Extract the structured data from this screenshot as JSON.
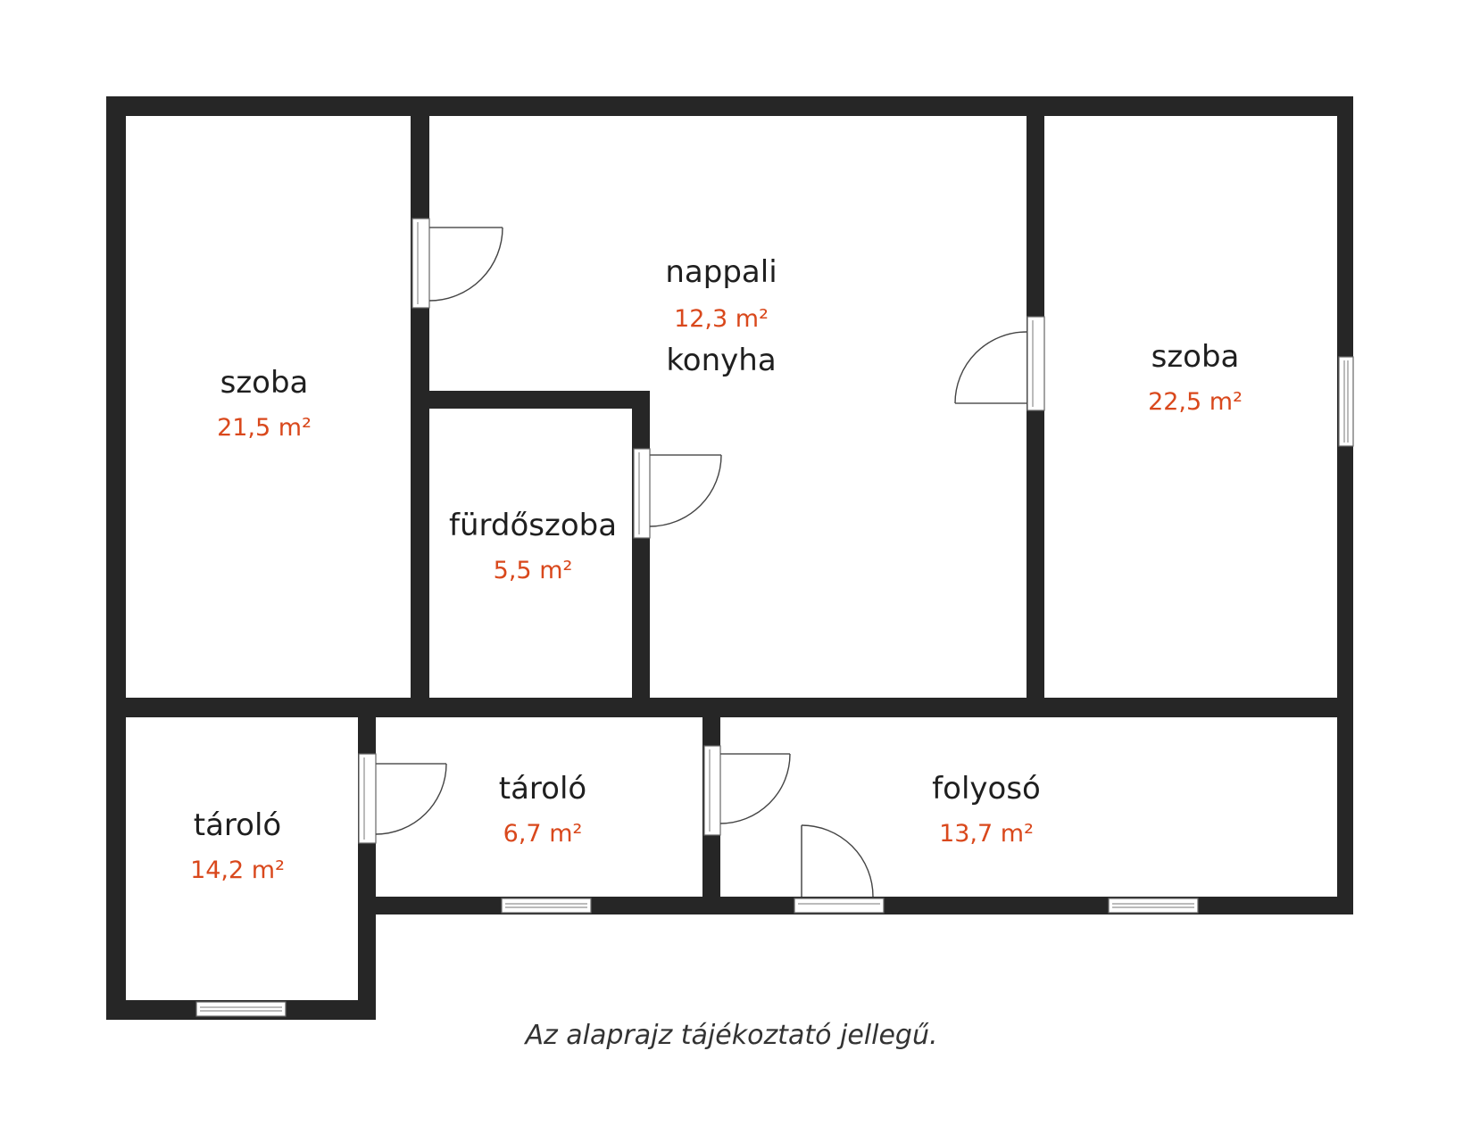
{
  "colors": {
    "wall": "#262626",
    "label": "#1f1f1f",
    "area": "#d9481c",
    "background": "#ffffff"
  },
  "rooms": [
    {
      "id": "bedroom-left",
      "name": "szoba",
      "area": "21,5 m²"
    },
    {
      "id": "living-kitchen",
      "name": "nappali",
      "area": "12,3 m²",
      "name2": "konyha"
    },
    {
      "id": "bedroom-right",
      "name": "szoba",
      "area": "22,5 m²"
    },
    {
      "id": "bathroom",
      "name": "fürdőszoba",
      "area": "5,5 m²"
    },
    {
      "id": "storage-left",
      "name": "tároló",
      "area": "14,2 m²"
    },
    {
      "id": "storage-middle",
      "name": "tároló",
      "area": "6,7 m²"
    },
    {
      "id": "corridor",
      "name": "folyosó",
      "area": "13,7 m²"
    }
  ],
  "note": "Az alaprajz tájékoztató jellegű."
}
